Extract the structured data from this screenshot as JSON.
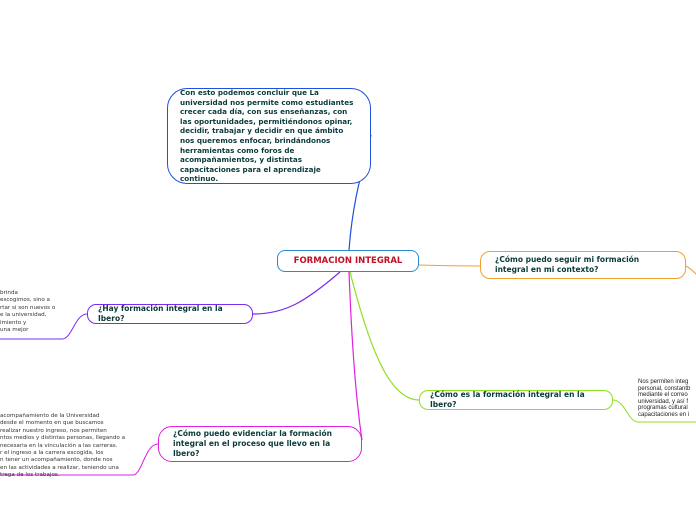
{
  "central": {
    "label": "FORMACION INTEGRAL"
  },
  "top_note": {
    "text": "Con esto podemos concluir que La universidad nos permite como estudiantes crecer cada día, con sus enseñanzas, con las oportunidades, permitiéndonos opinar, decidir, trabajar y decidir en que ámbito nos queremos enfocar, brindándonos herramientas como foros de acompañamientos, y distintas capacitaciones para el aprendizaje continuo."
  },
  "branches": [
    {
      "label": "¿Cómo puedo seguir mi formación integral en mi contexto?",
      "color": "#f0a030"
    },
    {
      "label": "¿Hay formación integral en la Ibero?",
      "color": "#7a2cf0",
      "note_lines": [
        "brinda",
        "escogimos, sino a",
        "rtar si son nuevos o",
        "e la universidad,",
        "imiento y",
        "una mejor"
      ]
    },
    {
      "label": "¿Cómo es la formación integral en la Ibero?",
      "color": "#8ee020",
      "note_lines": [
        "Nos permiten integ",
        "personal, constantb",
        "mediante el correo",
        "universidad, y así f",
        "programas cultural",
        "capacitaciones en i"
      ]
    },
    {
      "label": "¿Cómo puedo evidenciar la formación integral en el proceso que llevo en la Ibero?",
      "color": "#e020e0",
      "note_lines": [
        "acompañamiento de la Universidad",
        "desde el momento en que buscamos",
        "realizar nuestro ingreso, nos permiten",
        "ntos medios y distintas personas, llegando a",
        "necesaria en la vinculación a las carreras.",
        "r el ingreso a la carrera escogida, los",
        "n tener un acompañamiento, donde nos",
        "en las actividades a realizar, teniendo una",
        "trega de los trabajos."
      ]
    }
  ],
  "colors": {
    "central_border": "#2a8ad0",
    "central_text": "#c0102a",
    "top_border": "#2050e0"
  }
}
